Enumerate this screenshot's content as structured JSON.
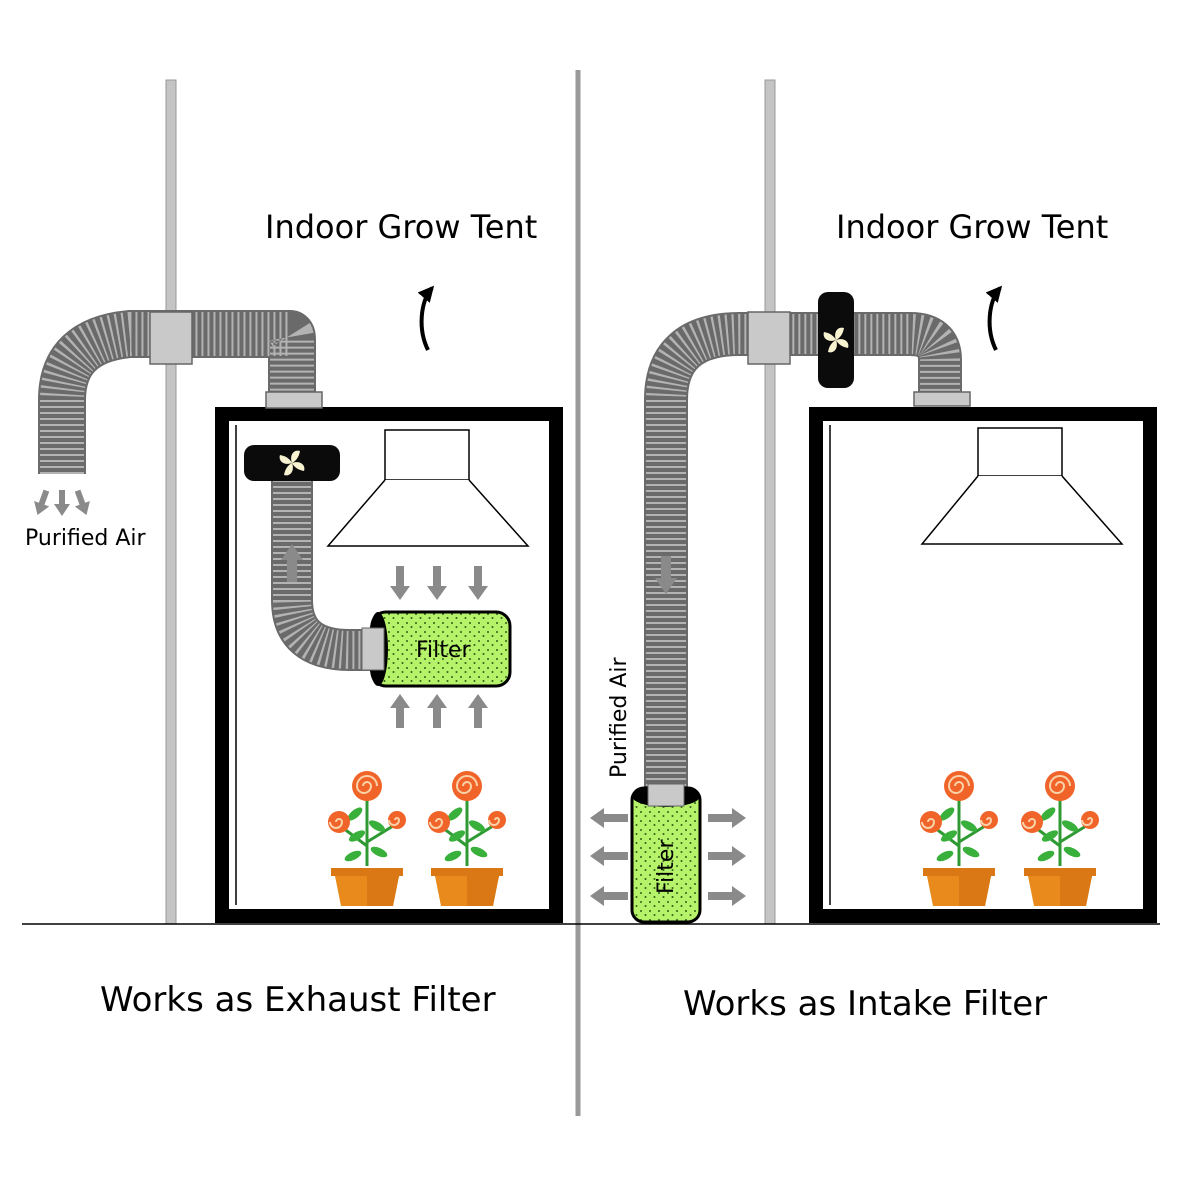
{
  "left_panel": {
    "title": "Indoor Grow Tent",
    "air_label": "Purified Air",
    "filter_label": "Filter",
    "caption": "Works as Exhaust Filter"
  },
  "right_panel": {
    "title": "Indoor Grow Tent",
    "air_label": "Purified Air",
    "filter_label": "Filter",
    "caption": "Works as Intake Filter"
  },
  "colors": {
    "tent_frame": "#000000",
    "wall": "#b3b3b3",
    "duct": "#9a9a9a",
    "filter": "#b6f26a",
    "fan": "#0b0b0b",
    "flower": "#f0642a",
    "leaf": "#39b03b",
    "pot": "#e88a1c",
    "arrow": "#8a8a8a"
  },
  "icons": [
    "fan-icon",
    "flower-icon",
    "pot-icon",
    "curved-arrow-icon",
    "airflow-arrow-icon"
  ]
}
